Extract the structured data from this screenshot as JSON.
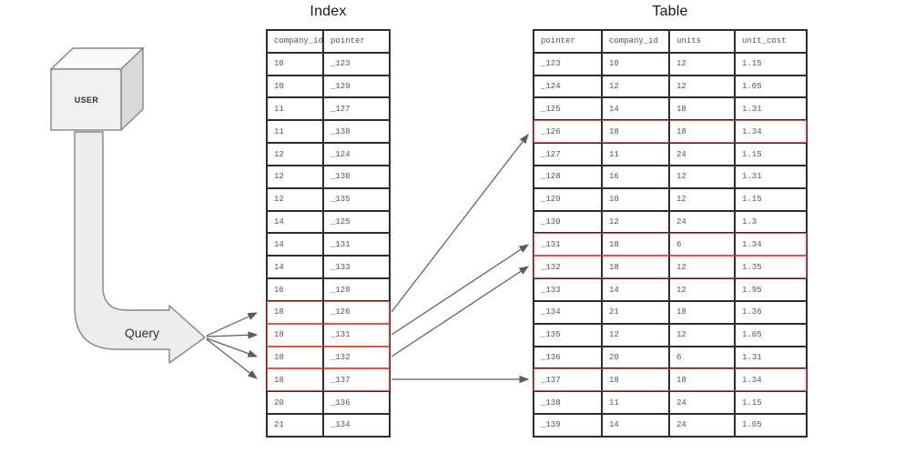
{
  "diagram": {
    "user_label": "USER",
    "query_label": "Query"
  },
  "index_table": {
    "title": "Index",
    "columns": [
      "company_id",
      "pointer"
    ],
    "rows": [
      [
        "10",
        "_123"
      ],
      [
        "10",
        "_129"
      ],
      [
        "11",
        "_127"
      ],
      [
        "11",
        "_138"
      ],
      [
        "12",
        "_124"
      ],
      [
        "12",
        "_130"
      ],
      [
        "12",
        "_135"
      ],
      [
        "14",
        "_125"
      ],
      [
        "14",
        "_131"
      ],
      [
        "14",
        "_133"
      ],
      [
        "16",
        "_128"
      ],
      [
        "18",
        "_126"
      ],
      [
        "18",
        "_131"
      ],
      [
        "18",
        "_132"
      ],
      [
        "18",
        "_137"
      ],
      [
        "20",
        "_136"
      ],
      [
        "21",
        "_134"
      ]
    ],
    "highlighted_rows": [
      11,
      12,
      13,
      14
    ]
  },
  "main_table": {
    "title": "Table",
    "columns": [
      "pointer",
      "company_id",
      "units",
      "unit_cost"
    ],
    "rows": [
      [
        "_123",
        "10",
        "12",
        "1.15"
      ],
      [
        "_124",
        "12",
        "12",
        "1.05"
      ],
      [
        "_125",
        "14",
        "18",
        "1.31"
      ],
      [
        "_126",
        "18",
        "18",
        "1.34"
      ],
      [
        "_127",
        "11",
        "24",
        "1.15"
      ],
      [
        "_128",
        "16",
        "12",
        "1.31"
      ],
      [
        "_129",
        "10",
        "12",
        "1.15"
      ],
      [
        "_130",
        "12",
        "24",
        "1.3"
      ],
      [
        "_131",
        "18",
        "6",
        "1.34"
      ],
      [
        "_132",
        "18",
        "12",
        "1.35"
      ],
      [
        "_133",
        "14",
        "12",
        "1.95"
      ],
      [
        "_134",
        "21",
        "18",
        "1.36"
      ],
      [
        "_135",
        "12",
        "12",
        "1.05"
      ],
      [
        "_136",
        "20",
        "6",
        "1.31"
      ],
      [
        "_137",
        "18",
        "18",
        "1.34"
      ],
      [
        "_138",
        "11",
        "24",
        "1.15"
      ],
      [
        "_139",
        "14",
        "24",
        "1.05"
      ]
    ],
    "highlighted_rows": [
      3,
      8,
      9,
      14
    ]
  },
  "colors": {
    "highlight": "#f04f4f",
    "grid_line": "#2d2d2d",
    "cell_text": "#555555",
    "shape_fill": "#f0f0f0",
    "shape_top": "#fafafa",
    "shape_side": "#d9d9d9",
    "shape_stroke": "#868686",
    "arrow": "#5c5c5c"
  }
}
